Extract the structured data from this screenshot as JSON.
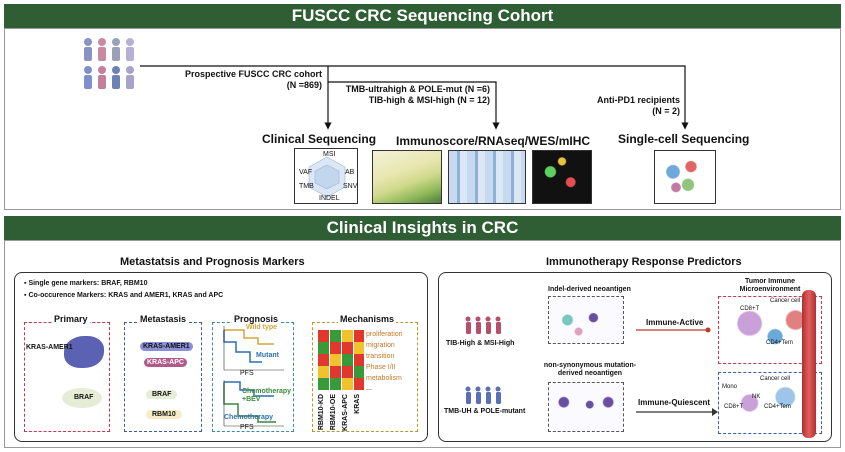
{
  "top_banner": "FUSCC CRC Sequencing Cohort",
  "bottom_banner": "Clinical Insights in CRC",
  "cohort": {
    "label_line1": "Prospective FUSCC CRC cohort",
    "label_line2": "(N =869)"
  },
  "branches": {
    "tmb_line1": "TMB-ultrahigh & POLE-mut (N =6)",
    "tmb_line2": "TIB-high & MSI-high (N = 12)",
    "pd1_line1": "Anti-PD1 recipients",
    "pd1_line2": "(N = 2)"
  },
  "methods": {
    "clinical_seq": "Clinical Sequencing",
    "immuno": "Immunoscore/RNAseq/WES/mIHC",
    "singlecell": "Single-cell Sequencing"
  },
  "radar_labels": [
    "MSI",
    "VAF",
    "AB",
    "TMB",
    "SNV",
    "INDEL"
  ],
  "left_panel": {
    "title": "Metastatsis and Prognosis Markers",
    "legend1": "Single gene markers: BRAF, RBM10",
    "legend2": "Co-occurence Markers: KRAS and AMER1, KRAS and APC",
    "primary": "Primary",
    "metastasis": "Metastasis",
    "prognosis": "Prognosis",
    "mechanisms": "Mechanisms",
    "kras_amer1_primary": "KRAS-AMER1",
    "braf_primary": "BRAF",
    "met_kras_amer1": "KRAS-AMER1",
    "met_kras_apc": "KRAS-APC",
    "met_braf": "BRAF",
    "met_rbm10": "RBM10",
    "wild_type": "Wild type",
    "mutant": "Mutant",
    "pfs": "PFS",
    "chemo_bev": "Chemotherapy +BEV",
    "chemo": "Chemotherapy",
    "mech_terms": [
      "proliferation",
      "migration",
      "transition",
      "Phase I/II",
      "metabolism",
      "..."
    ],
    "mech_cols": [
      "RBM10-KD",
      "RBM10-OE",
      "KRAS-APC",
      "KRAS"
    ]
  },
  "right_panel": {
    "title": "Immunotherapy Response Predictors",
    "tib_group": "TIB-High & MSI-High",
    "tmb_group": "TMB-UH & POLE-mutant",
    "indel_neo": "Indel-derived neoantigen",
    "nonsyn_neo_line1": "non-synonymous mutation-",
    "nonsyn_neo_line2": "derived neoantigen",
    "immune_active": "Immune-Active",
    "immune_quiescent": "Immune-Quiescent",
    "tme_line1": "Tumor Immune",
    "tme_line2": "Microenvironment",
    "cd8_label": "CD8+T",
    "cd4_label": "CD4+Tem",
    "cancer_cell": "Cancer cell",
    "mono": "Mono",
    "nk": "NK"
  },
  "colors": {
    "banner_green": "#2f5e34",
    "red_dashed": "#d0324b",
    "blue_dashed": "#3b5aa8",
    "olive_dashed": "#b59a2a",
    "person_red": "#b5506a",
    "person_blue": "#5a6fb5"
  }
}
